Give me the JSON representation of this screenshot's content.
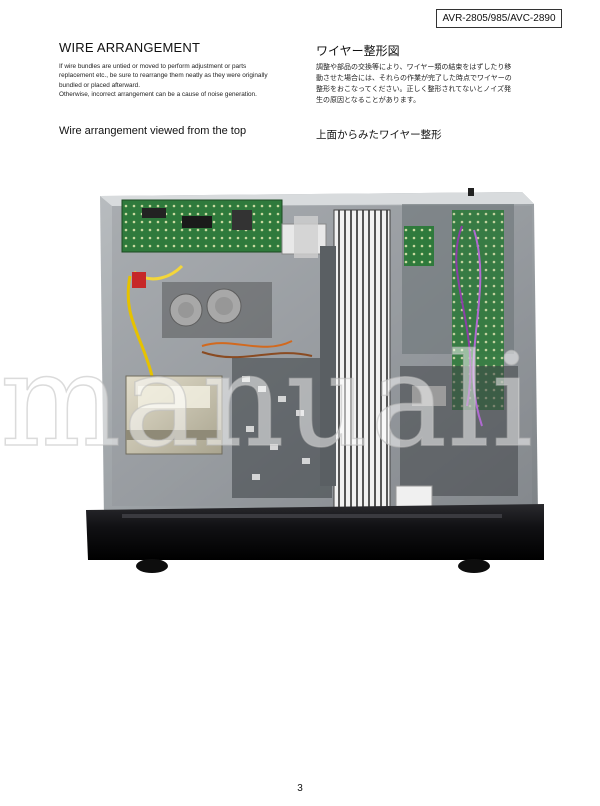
{
  "header": {
    "model": "AVR-2805/985/AVC-2890"
  },
  "english": {
    "title": "WIRE ARRANGEMENT",
    "body": [
      "If wire bundles are untied or moved to perform adjustment or parts replacement etc., be sure to rearrange them neatly as they were originally bundled or placed afterward.",
      "Otherwise, incorrect arrangement can be a cause of noise generation."
    ],
    "subtitle": "Wire arrangement viewed from the top"
  },
  "japanese": {
    "title": "ワイヤー整形図",
    "body": [
      "調整や部品の交換等により、ワイヤー類の結束をはずしたり移",
      "動させた場合には、それらの作業が完了した時点でワイヤーの",
      "整形をおこなってください。正しく整形されてないとノイズ発",
      "生の原因となることがあります。"
    ],
    "subtitle": "上面からみたワイヤー整形"
  },
  "watermark": "manuali",
  "footer": {
    "page": "3"
  }
}
